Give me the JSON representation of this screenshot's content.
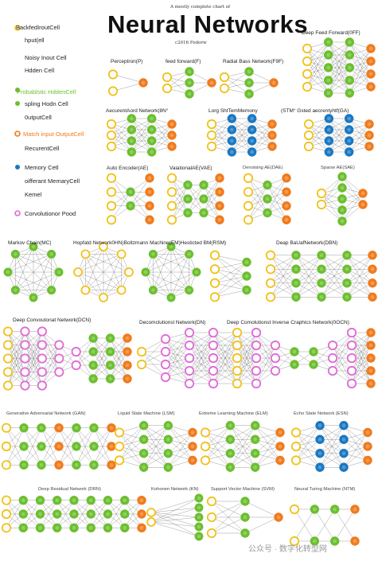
{
  "header": {
    "top_small": "A     mostly     complete     chart     of",
    "title": "Neural Networks",
    "credit": "c2016 Fedorw"
  },
  "legend": [
    {
      "label": "BackfedIroutCell",
      "sub": "hput(ell",
      "color": "#f1c21b",
      "style": "ring"
    },
    {
      "label": "Noisy Inout Cell",
      "sub": "Hdden Cell",
      "color": "#f1c21b",
      "style": "none"
    },
    {
      "label": "Probablstic      HddenCell",
      "sub": "",
      "color": "#6cbf2f",
      "style": "dot",
      "label_color": "#6cbf2f"
    },
    {
      "label": "spling  Hodn   Cell",
      "sub": "0utputCell",
      "color": "#6cbf2f",
      "style": "dot"
    },
    {
      "label": "Match  input OutputCell",
      "sub": "RecurentCell",
      "color": "#f07b1d",
      "style": "ring",
      "label_color": "#f07b1d"
    },
    {
      "label": "Memory Cetl",
      "sub": "oifferant MemaryCell",
      "color": "#1a78c2",
      "style": "dot"
    },
    {
      "label": "Kemel",
      "sub": "",
      "color": "#1a78c2",
      "style": "none"
    },
    {
      "label": "Corvolutionor Pood",
      "sub": "",
      "color": "#e06ad8",
      "style": "ring"
    }
  ],
  "captions": {
    "dff": "Deep Feed Forward(0FF)",
    "perceptron": "Perceptron(P)",
    "ff": "feed    forward(F)",
    "rbf": "Radial Bass Network(F9F)",
    "rnn": "AecurentAord       Network(8N°",
    "lstm": "Lorg   ShtTemMemony",
    "gru": "(STM°  Gsted    aecrentyhtf(GA)",
    "ae": "Auto Encoder(AE)",
    "vae": "VaiationalAE(VAE)",
    "dae": "Denoising AE(DAE)",
    "sae": "Sparse AE(SAE)",
    "mc": "Markov Chain(MC)",
    "hn_bm": "Hopfatd  Network0HN)Boltzmann Machine(EM)Hesticted BM(RSM)",
    "dbn": "Deap BaUafNetwork(DBN)",
    "dcn": "Deep Convoutonat Network(DCN)",
    "dn": "Decomclutionsl Network(DN)",
    "dcign": "Deep Comolutionst Inverse Craphics Network(0OCN)",
    "gan": "Generative Adversarial Network (GAN)",
    "lsm": "Liquid State Machine (LSM)",
    "elm": "Extreme Learning Machine (ELM)",
    "esn": "Echo State Network (ESN)",
    "drn": "Deep Residual Network (DRN)",
    "kn": "Kohonen Network (KN)",
    "svm": "Support Vector Machine (SVM)",
    "ntm": "Neural Turing Machine (NTM)"
  },
  "watermark": "公众号 · 数字化转型网",
  "colors": {
    "input": "#f1c21b",
    "hidden": "#6cbf2f",
    "output": "#f07b1d",
    "memory": "#1a78c2",
    "conv": "#e06ad8",
    "edge": "#555555"
  },
  "networks": [
    {
      "id": "perceptron",
      "layers": [
        [
          "input",
          "input"
        ],
        [
          "output"
        ]
      ]
    },
    {
      "id": "ff",
      "layers": [
        [
          "input",
          "input"
        ],
        [
          "hidden",
          "hidden",
          "hidden"
        ],
        [
          "output"
        ]
      ]
    },
    {
      "id": "rbf",
      "layers": [
        [
          "input",
          "input"
        ],
        [
          "hidden",
          "hidden",
          "hidden"
        ],
        [
          "output"
        ]
      ]
    },
    {
      "id": "dff",
      "layers": [
        [
          "input",
          "input",
          "input",
          "input"
        ],
        [
          "hidden",
          "hidden",
          "hidden",
          "hidden",
          "hidden"
        ],
        [
          "hidden",
          "hidden",
          "hidden",
          "hidden",
          "hidden"
        ],
        [
          "output",
          "output",
          "output",
          "output"
        ]
      ]
    },
    {
      "id": "rnn",
      "layers": [
        [
          "input",
          "input",
          "input"
        ],
        [
          "hidden",
          "hidden",
          "hidden",
          "hidden"
        ],
        [
          "hidden",
          "hidden",
          "hidden",
          "hidden"
        ],
        [
          "output",
          "output",
          "output"
        ]
      ]
    },
    {
      "id": "lstm",
      "layers": [
        [
          "input",
          "input",
          "input"
        ],
        [
          "memory",
          "memory",
          "memory",
          "memory"
        ],
        [
          "memory",
          "memory",
          "memory",
          "memory"
        ],
        [
          "output",
          "output",
          "output"
        ]
      ]
    },
    {
      "id": "gru",
      "layers": [
        [
          "input",
          "input",
          "input"
        ],
        [
          "memory",
          "memory",
          "memory",
          "memory"
        ],
        [
          "memory",
          "memory",
          "memory",
          "memory"
        ],
        [
          "output",
          "output",
          "output"
        ]
      ]
    },
    {
      "id": "ae",
      "layers": [
        [
          "input",
          "input",
          "input",
          "input"
        ],
        [
          "hidden",
          "hidden"
        ],
        [
          "output",
          "output",
          "output",
          "output"
        ]
      ]
    },
    {
      "id": "vae",
      "layers": [
        [
          "input",
          "input",
          "input",
          "input"
        ],
        [
          "hidden",
          "hidden",
          "hidden"
        ],
        [
          "hidden",
          "hidden",
          "hidden"
        ],
        [
          "output",
          "output",
          "output",
          "output"
        ]
      ]
    },
    {
      "id": "dae",
      "layers": [
        [
          "input",
          "input",
          "input",
          "input"
        ],
        [
          "hidden",
          "hidden",
          "hidden"
        ],
        [
          "output",
          "output",
          "output",
          "output"
        ]
      ]
    },
    {
      "id": "sae",
      "layers": [
        [
          "input",
          "input"
        ],
        [
          "hidden",
          "hidden",
          "hidden",
          "hidden",
          "hidden"
        ],
        [
          "output",
          "output"
        ]
      ]
    },
    {
      "id": "dbn",
      "layers": [
        [
          "input",
          "input",
          "input",
          "input"
        ],
        [
          "hidden",
          "hidden",
          "hidden",
          "hidden"
        ],
        [
          "hidden",
          "hidden",
          "hidden",
          "hidden"
        ],
        [
          "hidden",
          "hidden",
          "hidden",
          "hidden"
        ],
        [
          "output",
          "output",
          "output",
          "output"
        ]
      ]
    },
    {
      "id": "rbm",
      "layers": [
        [
          "input",
          "input",
          "input",
          "input"
        ],
        [
          "hidden",
          "hidden",
          "hidden"
        ]
      ]
    },
    {
      "id": "dcn",
      "layers": [
        [
          "input",
          "input",
          "input",
          "input",
          "input"
        ],
        [
          "conv",
          "conv",
          "conv",
          "conv",
          "conv"
        ],
        [
          "conv",
          "conv",
          "conv",
          "conv",
          "conv"
        ],
        [
          "conv",
          "conv",
          "conv"
        ],
        [
          "conv",
          "conv"
        ],
        [
          "hidden",
          "hidden",
          "hidden",
          "hidden"
        ],
        [
          "hidden",
          "hidden",
          "hidden",
          "hidden"
        ],
        [
          "output",
          "output",
          "output",
          "output"
        ]
      ]
    },
    {
      "id": "dn",
      "layers": [
        [
          "input",
          "input"
        ],
        [
          "conv",
          "conv",
          "conv",
          "conv"
        ],
        [
          "conv",
          "conv",
          "conv",
          "conv",
          "conv"
        ],
        [
          "conv",
          "conv",
          "conv",
          "conv",
          "conv"
        ],
        [
          "output",
          "output",
          "output",
          "output",
          "output"
        ]
      ]
    },
    {
      "id": "dcign",
      "layers": [
        [
          "input",
          "input",
          "input",
          "input",
          "input"
        ],
        [
          "conv",
          "conv",
          "conv",
          "conv",
          "conv"
        ],
        [
          "conv",
          "conv",
          "conv"
        ],
        [
          "hidden",
          "hidden"
        ],
        [
          "hidden",
          "hidden"
        ],
        [
          "conv",
          "conv",
          "conv"
        ],
        [
          "conv",
          "conv",
          "conv",
          "conv",
          "conv"
        ],
        [
          "output",
          "output",
          "output",
          "output",
          "output"
        ]
      ]
    },
    {
      "id": "gan",
      "layers": [
        [
          "input",
          "input",
          "input"
        ],
        [
          "hidden",
          "hidden",
          "hidden"
        ],
        [
          "hidden",
          "hidden",
          "hidden"
        ],
        [
          "output",
          "output",
          "output"
        ],
        [
          "hidden",
          "hidden",
          "hidden"
        ],
        [
          "hidden",
          "hidden",
          "hidden"
        ],
        [
          "output",
          "output",
          "output"
        ]
      ]
    },
    {
      "id": "lsm",
      "layers": [
        [
          "input",
          "input",
          "input"
        ],
        [
          "hidden",
          "hidden",
          "hidden",
          "hidden"
        ],
        [
          "hidden",
          "hidden",
          "hidden",
          "hidden"
        ],
        [
          "output",
          "output",
          "output"
        ]
      ]
    },
    {
      "id": "elm",
      "layers": [
        [
          "input",
          "input",
          "input"
        ],
        [
          "hidden",
          "hidden",
          "hidden",
          "hidden"
        ],
        [
          "hidden",
          "hidden",
          "hidden",
          "hidden"
        ],
        [
          "output",
          "output",
          "output"
        ]
      ]
    },
    {
      "id": "esn",
      "layers": [
        [
          "input",
          "input",
          "input"
        ],
        [
          "memory",
          "memory",
          "memory",
          "memory"
        ],
        [
          "memory",
          "memory",
          "memory",
          "memory"
        ],
        [
          "output",
          "output",
          "output"
        ]
      ]
    },
    {
      "id": "drn",
      "layers": [
        [
          "input",
          "input",
          "input"
        ],
        [
          "hidden",
          "hidden",
          "hidden"
        ],
        [
          "hidden",
          "hidden",
          "hidden"
        ],
        [
          "hidden",
          "hidden",
          "hidden"
        ],
        [
          "hidden",
          "hidden",
          "hidden"
        ],
        [
          "hidden",
          "hidden",
          "hidden"
        ],
        [
          "hidden",
          "hidden",
          "hidden"
        ],
        [
          "hidden",
          "hidden",
          "hidden"
        ],
        [
          "output",
          "output",
          "output"
        ]
      ]
    },
    {
      "id": "kn",
      "layers": [
        [
          "input",
          "input"
        ],
        [
          "hidden",
          "hidden",
          "hidden",
          "hidden",
          "hidden"
        ]
      ]
    },
    {
      "id": "svm",
      "layers": [
        [
          "input",
          "input",
          "input"
        ],
        [
          "hidden",
          "hidden",
          "hidden"
        ],
        [
          "output"
        ]
      ]
    },
    {
      "id": "ntm",
      "layers": [
        [
          "input",
          "input"
        ],
        [
          "hidden",
          "hidden"
        ],
        [
          "hidden",
          "hidden"
        ],
        [
          "output",
          "output"
        ]
      ]
    }
  ],
  "rings": [
    {
      "id": "mc",
      "nodes": 8,
      "type": "hidden"
    },
    {
      "id": "hn",
      "nodes": 8,
      "type": "input"
    },
    {
      "id": "bm",
      "nodes": 8,
      "type": "hidden"
    }
  ]
}
